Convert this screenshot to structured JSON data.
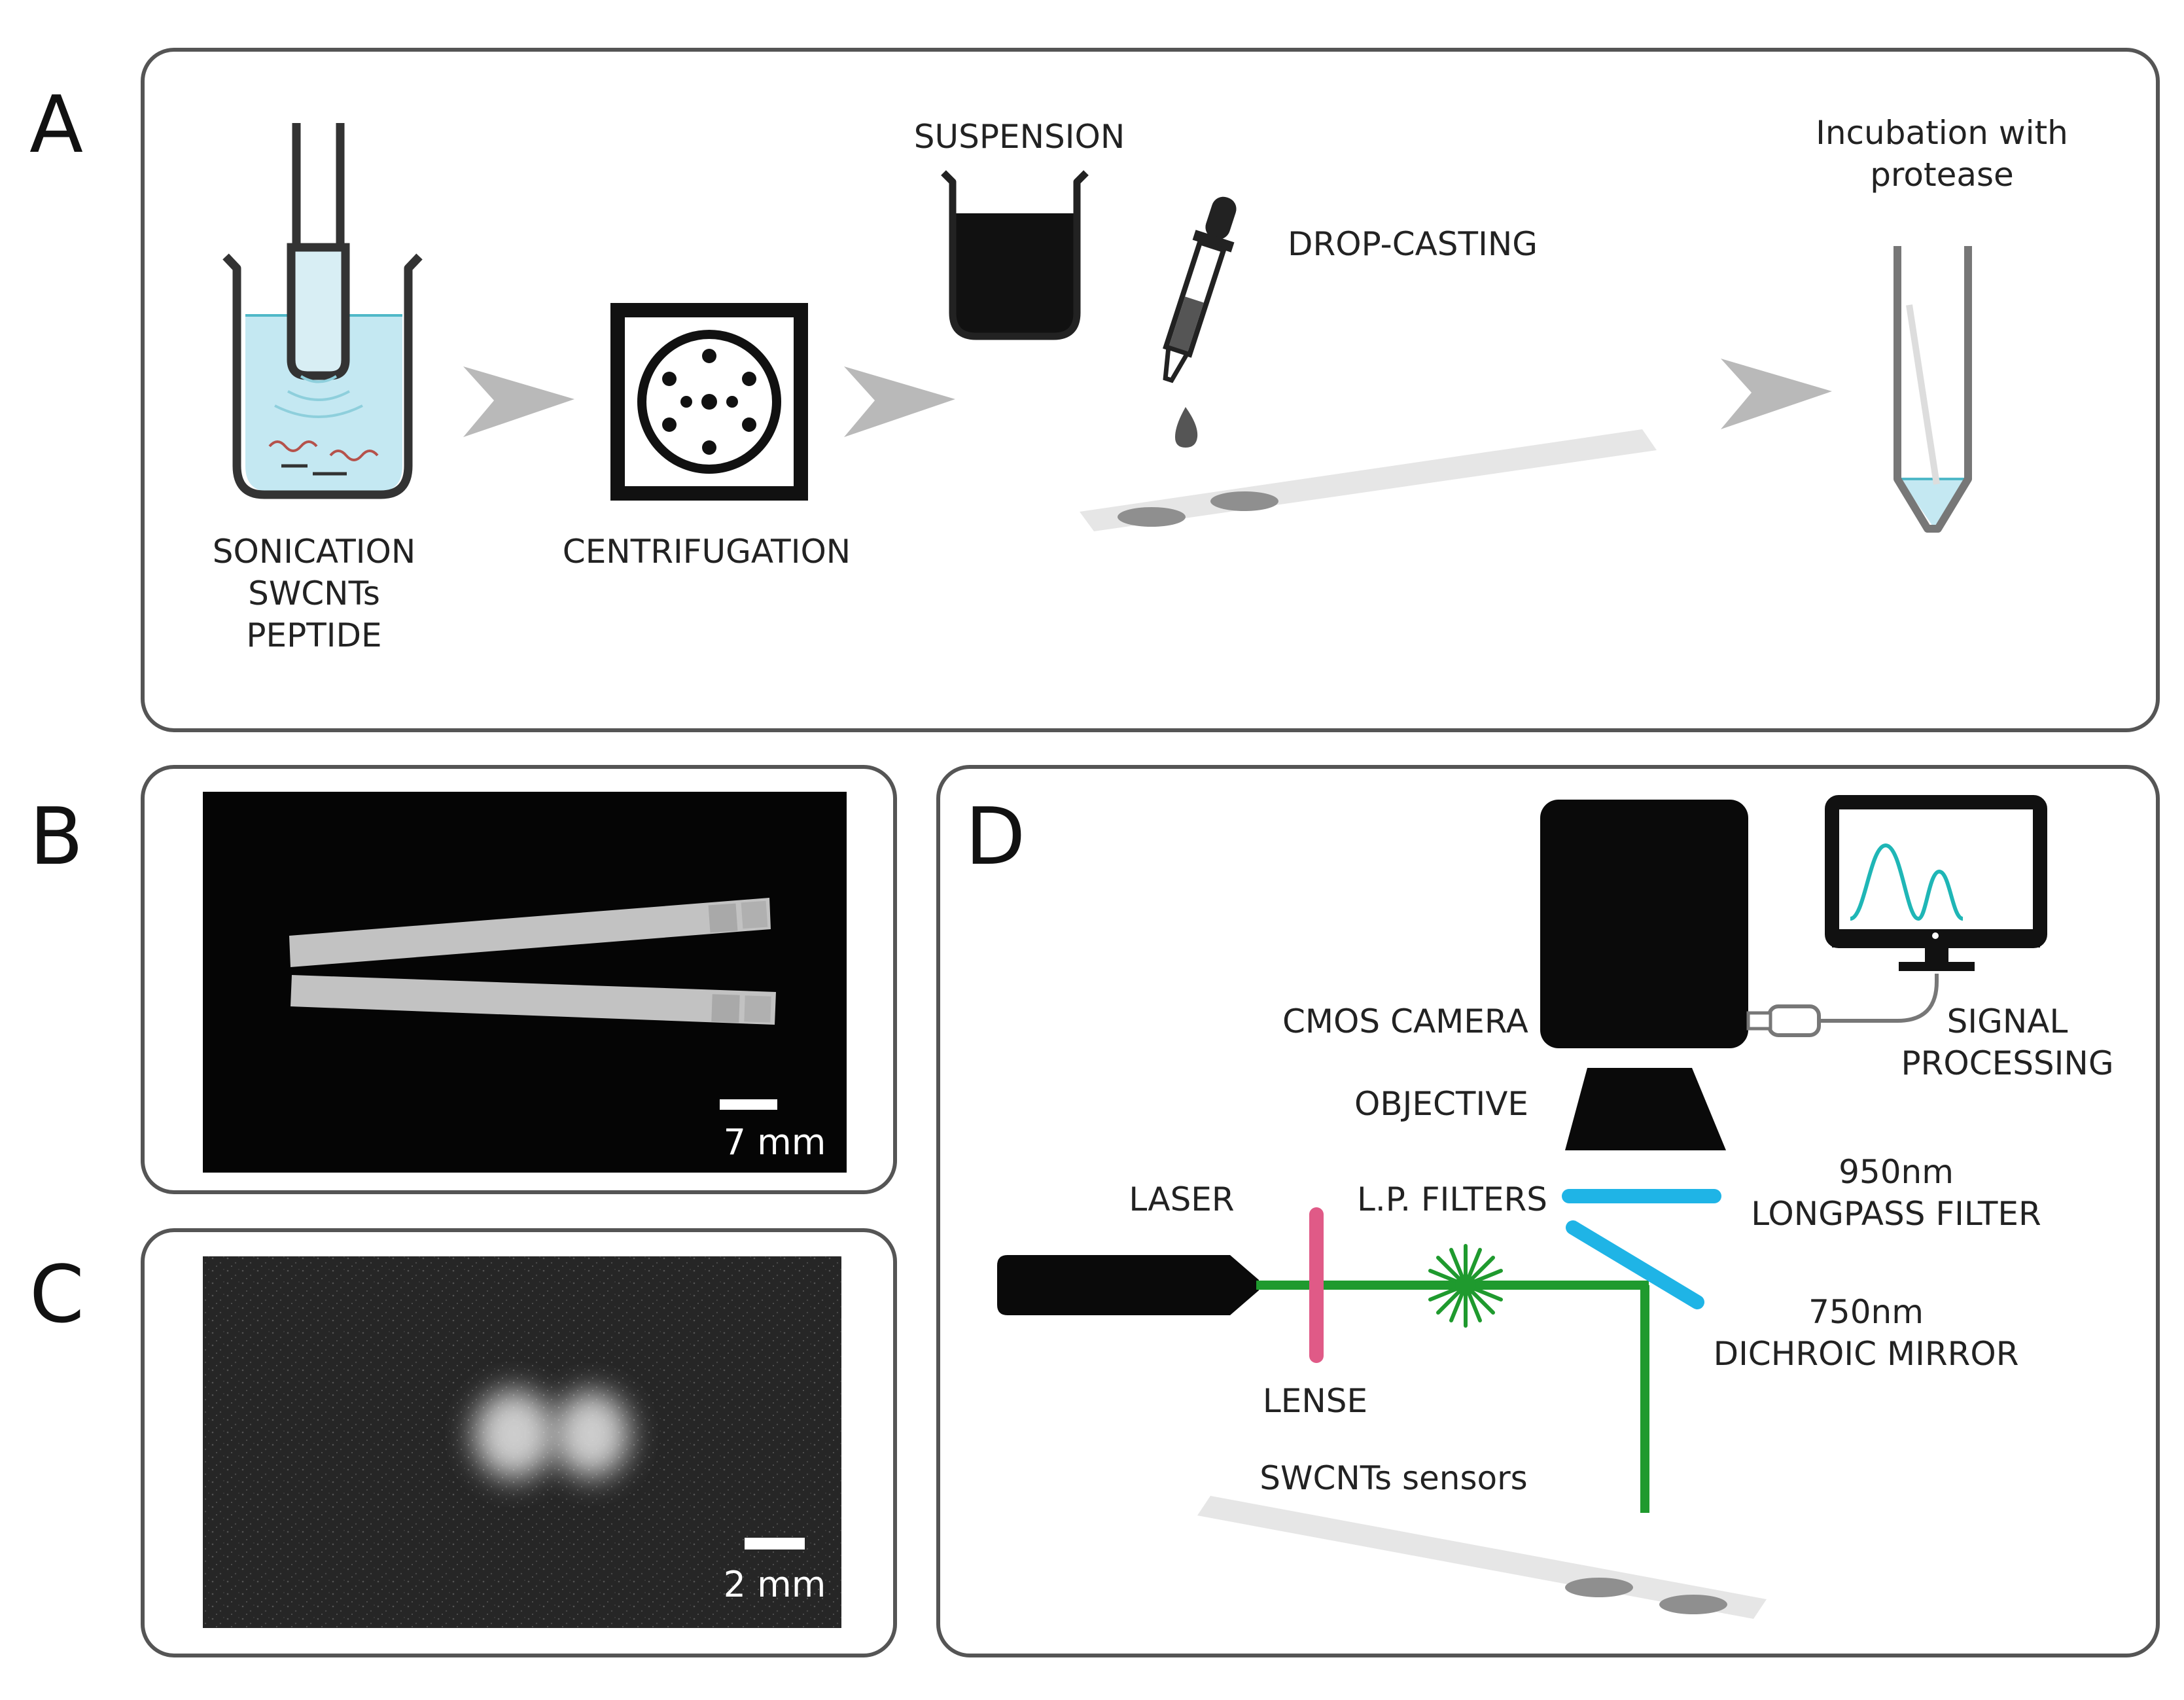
{
  "panels": {
    "a": {
      "letter": "A",
      "sonication": [
        "SONICATION",
        "SWCNTs",
        "PEPTIDE"
      ],
      "centrifugation": "CENTRIFUGATION",
      "suspension": "SUSPENSION",
      "drop_casting": "DROP-CASTING",
      "incubation": [
        "Incubation with",
        "protease"
      ]
    },
    "b": {
      "letter": "B",
      "scale_label": "7 mm"
    },
    "c": {
      "letter": "C",
      "scale_label": "2 mm"
    },
    "d": {
      "letter": "D",
      "cmos_camera": "CMOS CAMERA",
      "objective": "OBJECTIVE",
      "signal_processing": [
        "SIGNAL",
        "PROCESSING"
      ],
      "longpass": [
        "950nm",
        "LONGPASS FILTER"
      ],
      "lp_filters": "L.P. FILTERS",
      "laser": "LASER",
      "dichroic": [
        "750nm",
        "DICHROIC MIRROR"
      ],
      "lense": "LENSE",
      "sensors": "SWCNTs sensors"
    }
  },
  "colors": {
    "panel_border": "#555555",
    "arrow": "#b9b9b9",
    "liquid": "#c4e8f2",
    "laser_beam": "#1f9a2e",
    "lens": "#e05a87",
    "filter": "#1fb4e6",
    "spectrum": "#1fb6b6"
  }
}
